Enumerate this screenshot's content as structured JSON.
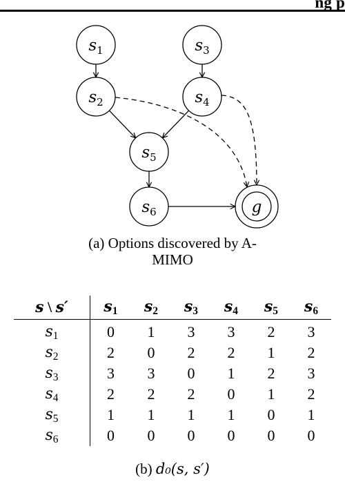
{
  "header": {
    "text": "ng p"
  },
  "graph": {
    "nodes": [
      {
        "id": "s1",
        "base": "s",
        "sub": "1"
      },
      {
        "id": "s3",
        "base": "s",
        "sub": "3"
      },
      {
        "id": "s2",
        "base": "s",
        "sub": "2"
      },
      {
        "id": "s4",
        "base": "s",
        "sub": "4"
      },
      {
        "id": "s5",
        "base": "s",
        "sub": "5"
      },
      {
        "id": "s6",
        "base": "s",
        "sub": "6"
      },
      {
        "id": "g",
        "base": "g",
        "sub": "",
        "goal": true
      }
    ],
    "edges": [
      {
        "from": "s1",
        "to": "s2",
        "style": "solid"
      },
      {
        "from": "s3",
        "to": "s4",
        "style": "solid"
      },
      {
        "from": "s2",
        "to": "s5",
        "style": "solid"
      },
      {
        "from": "s4",
        "to": "s5",
        "style": "solid"
      },
      {
        "from": "s5",
        "to": "s6",
        "style": "solid"
      },
      {
        "from": "s6",
        "to": "g",
        "style": "solid"
      },
      {
        "from": "s2",
        "to": "g",
        "style": "dashed"
      },
      {
        "from": "s4",
        "to": "g",
        "style": "dashed"
      }
    ]
  },
  "caption_a": "(a) Options discovered by A-MIMO",
  "table": {
    "corner": {
      "left": "s",
      "sep": "\\",
      "right": "s′"
    },
    "columns": [
      "1",
      "2",
      "3",
      "4",
      "5",
      "6"
    ],
    "rows": [
      {
        "sub": "1",
        "values": [
          "0",
          "1",
          "3",
          "3",
          "2",
          "3"
        ]
      },
      {
        "sub": "2",
        "values": [
          "2",
          "0",
          "2",
          "2",
          "1",
          "2"
        ]
      },
      {
        "sub": "3",
        "values": [
          "3",
          "3",
          "0",
          "1",
          "2",
          "3"
        ]
      },
      {
        "sub": "4",
        "values": [
          "2",
          "2",
          "2",
          "0",
          "1",
          "2"
        ]
      },
      {
        "sub": "5",
        "values": [
          "1",
          "1",
          "1",
          "1",
          "0",
          "1"
        ]
      },
      {
        "sub": "6",
        "values": [
          "0",
          "0",
          "0",
          "0",
          "0",
          "0"
        ]
      }
    ]
  },
  "caption_b": {
    "prefix": "(b) ",
    "formula": "d₀(s, s′)"
  }
}
